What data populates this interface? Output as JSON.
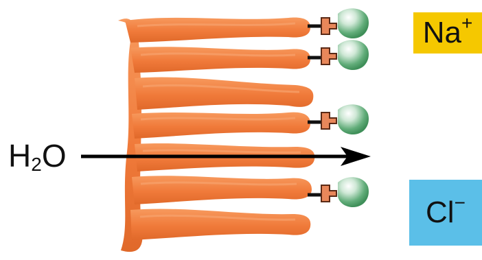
{
  "labels": {
    "water": {
      "base": "H",
      "sub": "2",
      "end": "O"
    },
    "sodium": {
      "base": "Na",
      "sup": "+"
    },
    "chloride": {
      "base": "Cl",
      "sup": "−"
    }
  },
  "colors": {
    "gland": "#f07a3a",
    "gland_shadow": "#d9621f",
    "gland_highlight": "#f8a36e",
    "channel": "#e8875a",
    "channel_outline": "#5a2a16",
    "receptor_dark": "#3f8f59",
    "receptor_light": "#cfe8d6",
    "sodium_box": "#f5c800",
    "chloride_box": "#5bbfe8",
    "arrow": "#000000"
  },
  "icons": [
    "receptor-icon",
    "ion-channel-icon",
    "flow-arrow-icon"
  ]
}
